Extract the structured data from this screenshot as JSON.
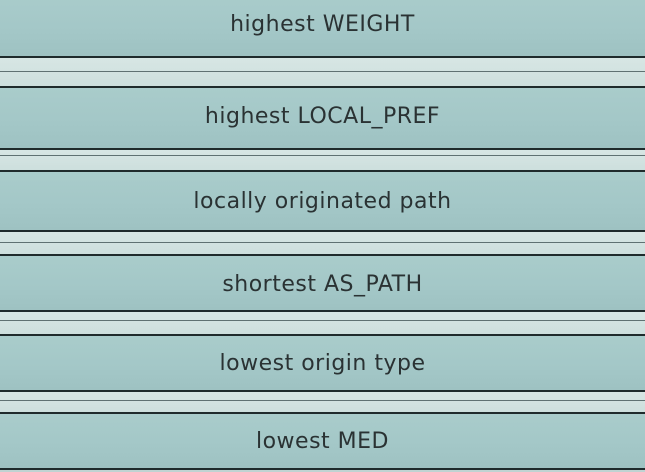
{
  "steps": [
    {
      "label": "highest WEIGHT"
    },
    {
      "label": "highest LOCAL_PREF"
    },
    {
      "label": "locally originated path"
    },
    {
      "label": "shortest AS_PATH"
    },
    {
      "label": "lowest origin type"
    },
    {
      "label": "lowest MED"
    }
  ]
}
